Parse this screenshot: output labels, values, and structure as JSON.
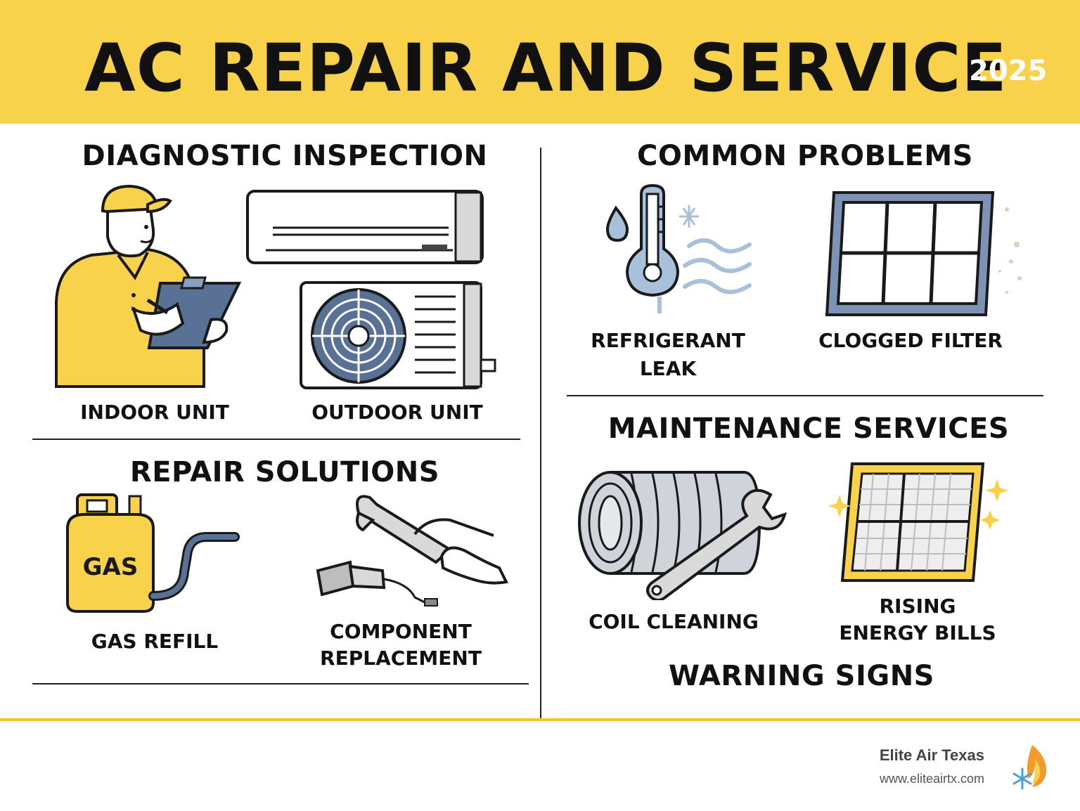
{
  "header": {
    "title": "AC REPAIR AND SERVICE",
    "year": "2025"
  },
  "sections": {
    "diagnostic": {
      "title": "DIAGNOSTIC INSPECTION",
      "items": [
        {
          "label": "INDOOR UNIT",
          "icon": "technician-clipboard-icon"
        },
        {
          "label": "OUTDOOR UNIT",
          "icon": "outdoor-ac-unit-icon"
        }
      ]
    },
    "repair": {
      "title": "REPAIR SOLUTIONS",
      "items": [
        {
          "label": "GAS REFILL",
          "icon": "gas-tank-icon",
          "tank_text": "GAS"
        },
        {
          "label_line1": "COMPONENT",
          "label_line2": "REPLACEMENT",
          "icon": "wrench-hand-icon"
        }
      ]
    },
    "problems": {
      "title": "COMMON PROBLEMS",
      "items": [
        {
          "label_line1": "REFRIGERANT",
          "label_line2": "LEAK",
          "icon": "thermometer-leak-icon"
        },
        {
          "label": "CLOGGED FILTER",
          "icon": "air-filter-icon"
        }
      ]
    },
    "maintenance": {
      "title": "MAINTENANCE SERVICES",
      "items": [
        {
          "label": "COIL CLEANING",
          "icon": "coil-wrench-icon"
        },
        {
          "label_line1": "RISING",
          "label_line2": "ENERGY BILLS",
          "icon": "sparkling-filter-icon"
        }
      ]
    },
    "warning": {
      "title": "WARNING SIGNS"
    }
  },
  "footer": {
    "company": "Elite Air Texas",
    "url": "www.eliteairtx.com",
    "logo_icon": "flame-snowflake-logo-icon"
  },
  "colors": {
    "accent_yellow": "#f8d24a",
    "steel_blue": "#5a7196",
    "light_blue": "#a9c0da"
  }
}
